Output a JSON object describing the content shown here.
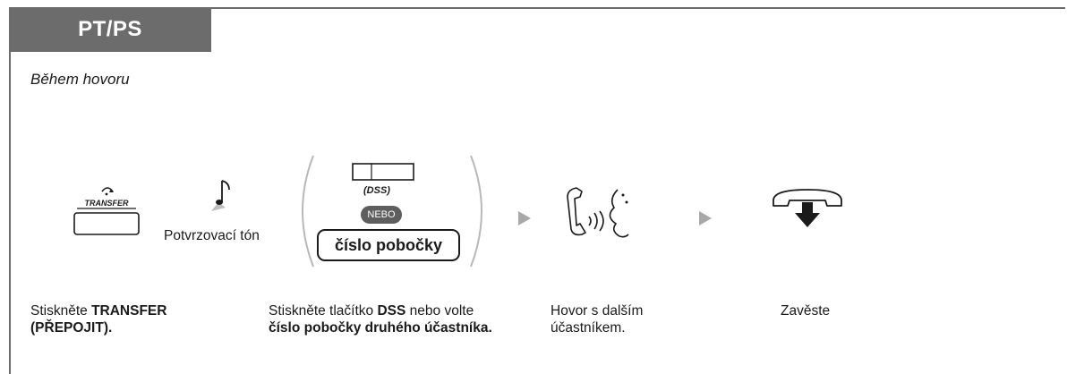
{
  "header": {
    "tab_label": "PT/PS",
    "subtitle": "Během hovoru"
  },
  "steps": {
    "transfer": {
      "key_label": "TRANSFER",
      "tone_label": "Potvrzovací tón",
      "caption_plain": "Stiskněte ",
      "caption_bold": "TRANSFER (PŘEPOJIT)."
    },
    "dial": {
      "dss_label": "(DSS)",
      "or_label": "NEBO",
      "ext_button": "číslo pobočky",
      "caption_1": "Stiskněte tlačítko ",
      "caption_bold_1": "DSS",
      "caption_2": " nebo volte ",
      "caption_bold_2": "číslo pobočky druhého účastníka."
    },
    "talk": {
      "caption": "Hovor s dalším účastníkem."
    },
    "hangup": {
      "caption": "Zavěste"
    }
  },
  "colors": {
    "tab_bg": "#6c6c6c",
    "arrow": "#a8a8a8",
    "nebo_bg": "#5e5e5e",
    "frame": "#6a6a6a"
  },
  "icons": [
    "transfer-key-icon",
    "tone-note-icon",
    "dss-button-icon",
    "handset-talk-icon",
    "hang-up-icon",
    "step-arrow-icon"
  ]
}
